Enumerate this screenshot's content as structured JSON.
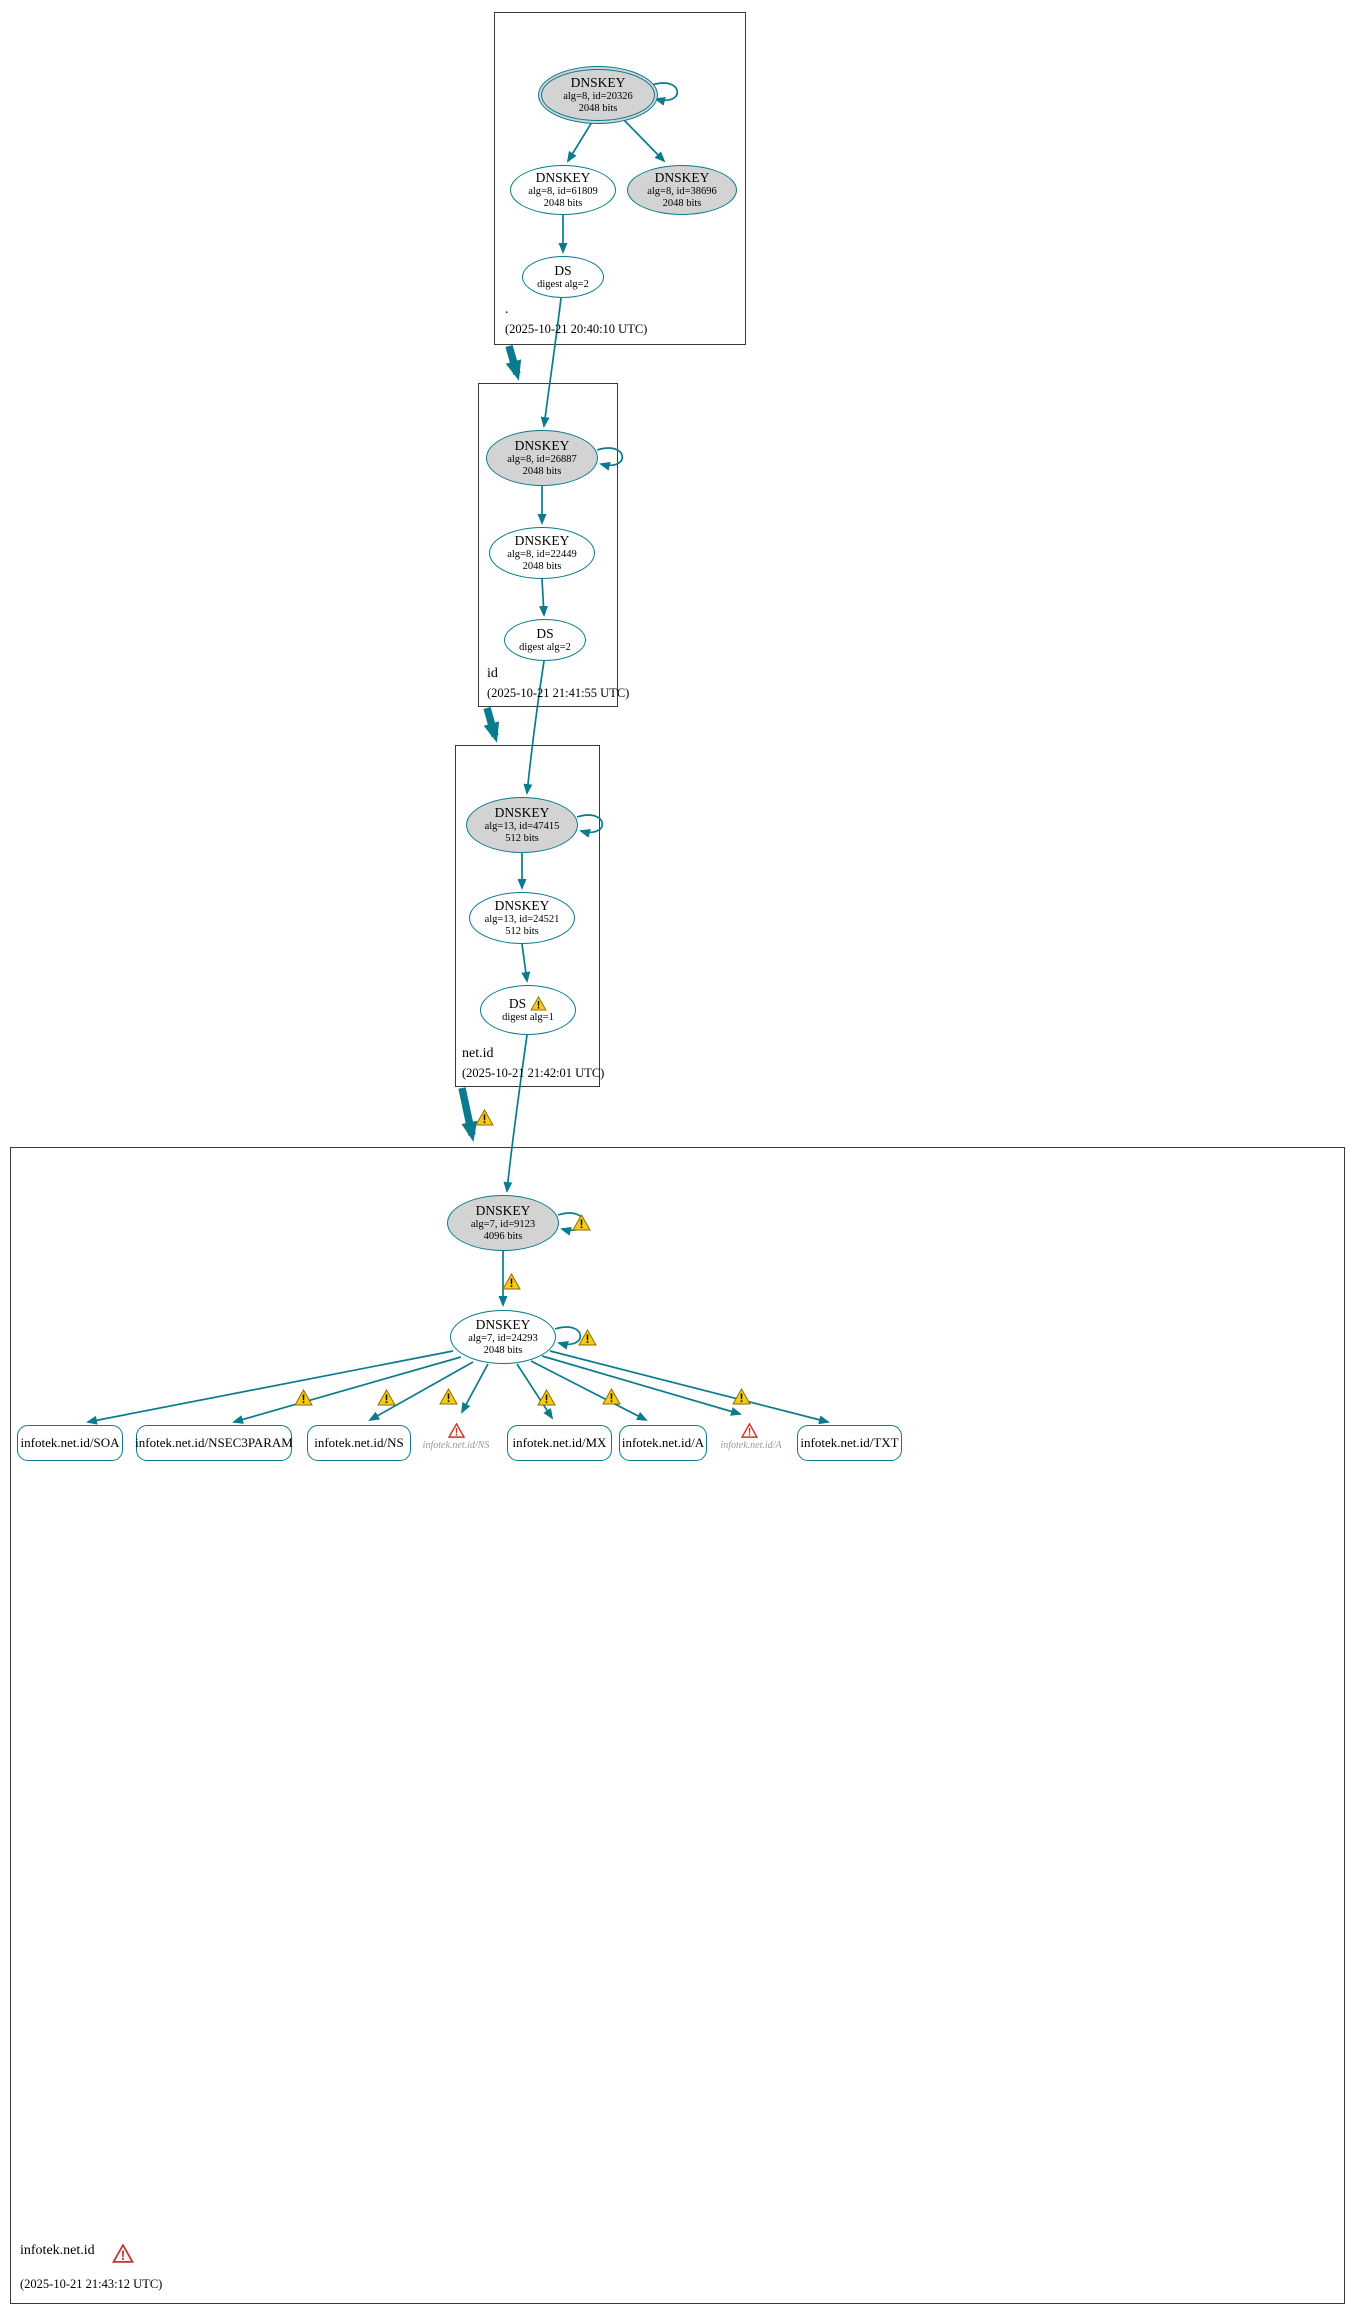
{
  "colors": {
    "edge_teal": "#0a7b8c",
    "sep_key_fill": "#d3d3d3",
    "node_fill": "#ffffff",
    "warning_yellow": "#f7ca18",
    "error_red": "#c0392b"
  },
  "icons": {
    "warning": "yellow-warning-triangle",
    "error": "red-error-triangle"
  },
  "zones": {
    "root": {
      "name": ".",
      "timestamp": "(2025-10-21 20:40:10 UTC)",
      "ksk": {
        "type": "DNSKEY",
        "alg": "alg=8, id=20326",
        "bits": "2048 bits"
      },
      "zsk": {
        "type": "DNSKEY",
        "alg": "alg=8, id=61809",
        "bits": "2048 bits"
      },
      "ksk2": {
        "type": "DNSKEY",
        "alg": "alg=8, id=38696",
        "bits": "2048 bits"
      },
      "ds": {
        "type": "DS",
        "digest": "digest alg=2"
      }
    },
    "id": {
      "name": "id",
      "timestamp": "(2025-10-21 21:41:55 UTC)",
      "ksk": {
        "type": "DNSKEY",
        "alg": "alg=8, id=26887",
        "bits": "2048 bits"
      },
      "zsk": {
        "type": "DNSKEY",
        "alg": "alg=8, id=22449",
        "bits": "2048 bits"
      },
      "ds": {
        "type": "DS",
        "digest": "digest alg=2"
      }
    },
    "netid": {
      "name": "net.id",
      "timestamp": "(2025-10-21 21:42:01 UTC)",
      "ksk": {
        "type": "DNSKEY",
        "alg": "alg=13, id=47415",
        "bits": "512 bits"
      },
      "zsk": {
        "type": "DNSKEY",
        "alg": "alg=13, id=24521",
        "bits": "512 bits"
      },
      "ds": {
        "type": "DS",
        "digest": "digest alg=1"
      }
    },
    "infotek": {
      "name": "infotek.net.id",
      "timestamp": "(2025-10-21 21:43:12 UTC)",
      "ksk": {
        "type": "DNSKEY",
        "alg": "alg=7, id=9123",
        "bits": "4096 bits"
      },
      "zsk": {
        "type": "DNSKEY",
        "alg": "alg=7, id=24293",
        "bits": "2048 bits"
      }
    }
  },
  "rrsets": {
    "soa": "infotek.net.id/SOA",
    "nsec3param": "infotek.net.id/NSEC3PARAM",
    "ns": "infotek.net.id/NS",
    "ns_missing": "infotek.net.id/NS",
    "mx": "infotek.net.id/MX",
    "a": "infotek.net.id/A",
    "a_missing": "infotek.net.id/A",
    "txt": "infotek.net.id/TXT"
  }
}
